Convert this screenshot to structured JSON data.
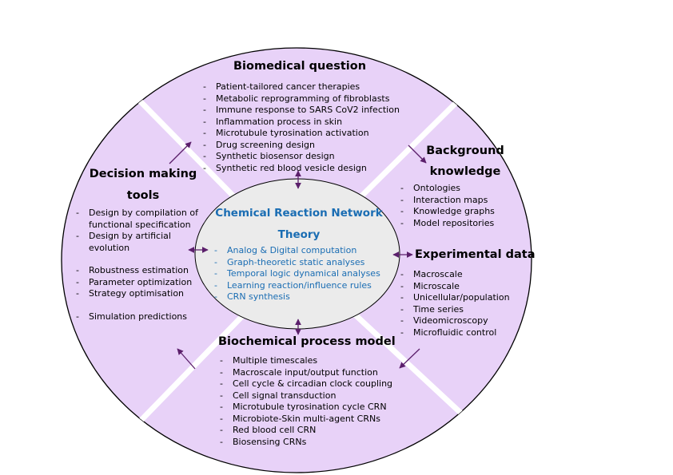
{
  "center": {
    "title_line1": "Chemical Reaction Network",
    "title_line2": "Theory",
    "items": [
      "Analog & Digital computation",
      "Graph-theoretic static analyses",
      "Temporal logic dynamical analyses",
      "Learning reaction/influence rules",
      "CRN synthesis"
    ]
  },
  "biomedical": {
    "title": "Biomedical question",
    "items": [
      "Patient-tailored cancer therapies",
      "Metabolic reprogramming of fibroblasts",
      "Immune response to SARS CoV2 infection",
      "Inflammation process in skin",
      "Microtubule tyrosination activation",
      "Drug screening design",
      "Synthetic biosensor design",
      "Synthetic red blood vesicle design"
    ]
  },
  "background": {
    "title_line1": "Background",
    "title_line2": "knowledge",
    "items": [
      "Ontologies",
      "Interaction maps",
      "Knowledge graphs",
      "Model repositories"
    ]
  },
  "experimental": {
    "title": "Experimental data",
    "items": [
      "Macroscale",
      "Microscale",
      "Unicellular/population",
      "Time series",
      "Videomicroscopy",
      "Microfluidic control"
    ]
  },
  "biochemical": {
    "title": "Biochemical process model",
    "items": [
      "Multiple timescales",
      "Macroscale input/output function",
      "Cell cycle & circadian clock coupling",
      "Cell signal transduction",
      "Microtubule tyrosination cycle CRN",
      "Microbiote-Skin multi-agent CRNs",
      "Red blood cell CRN",
      "Biosensing CRNs"
    ]
  },
  "decision": {
    "title_line1": "Decision making",
    "title_line2": "tools",
    "items": [
      "Design by compilation of functional specification",
      "Design by artificial evolution",
      "Robustness estimation",
      "Parameter optimization",
      "Strategy optimisation",
      "Simulation predictions"
    ]
  },
  "colors": {
    "outer_fill": "#e8d2f8",
    "inner_fill": "#ebebeb",
    "stroke": "#000000",
    "arrow": "#5b1f6b",
    "center_text": "#1a6db3"
  }
}
